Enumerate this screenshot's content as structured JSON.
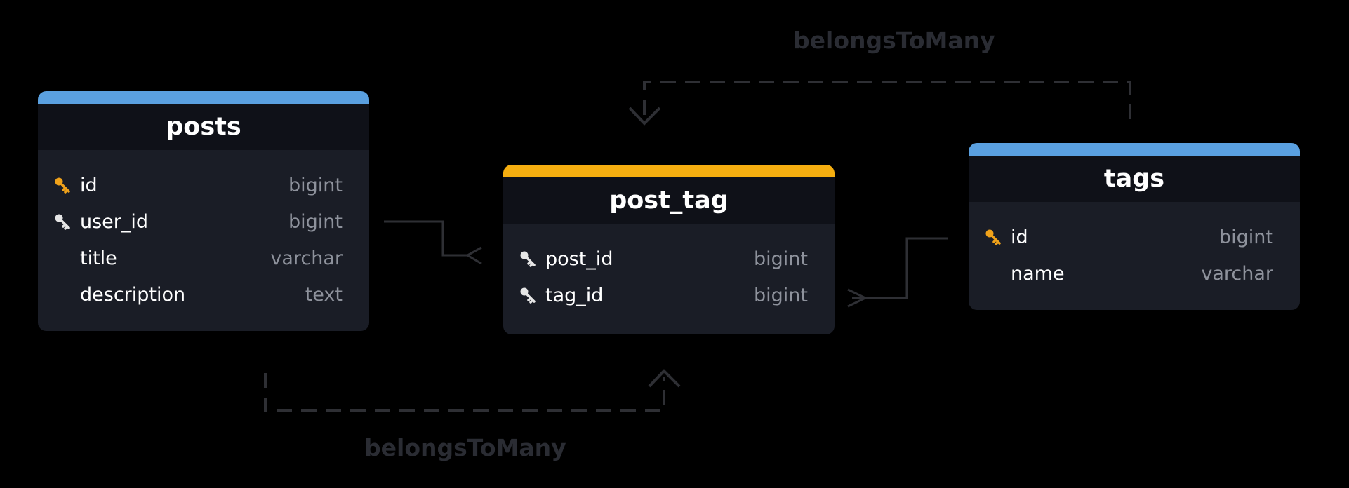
{
  "colors": {
    "background": "#000000",
    "table_body": "#1a1d26",
    "table_header": "#0f1118",
    "accent_blue": "#5aa0e0",
    "accent_yellow": "#f5ae10",
    "primary_key": "#f0a21a",
    "foreign_key": "#e6e6e6",
    "field_type": "#8e929c",
    "connector": "#2e2f34",
    "relation_label": "#2a2c33"
  },
  "tables": {
    "posts": {
      "title": "posts",
      "accent": "#5aa0e0",
      "fields": [
        {
          "name": "id",
          "type": "bigint",
          "key": "primary-key-icon"
        },
        {
          "name": "user_id",
          "type": "bigint",
          "key": "foreign-key-icon"
        },
        {
          "name": "title",
          "type": "varchar",
          "key": ""
        },
        {
          "name": "description",
          "type": "text",
          "key": ""
        }
      ]
    },
    "post_tag": {
      "title": "post_tag",
      "accent": "#f5ae10",
      "fields": [
        {
          "name": "post_id",
          "type": "bigint",
          "key": "foreign-key-icon"
        },
        {
          "name": "tag_id",
          "type": "bigint",
          "key": "foreign-key-icon"
        }
      ]
    },
    "tags": {
      "title": "tags",
      "accent": "#5aa0e0",
      "fields": [
        {
          "name": "id",
          "type": "bigint",
          "key": "primary-key-icon"
        },
        {
          "name": "name",
          "type": "varchar",
          "key": ""
        }
      ]
    }
  },
  "relations": {
    "top_label": "belongsToMany",
    "bottom_label": "belongsToMany"
  }
}
